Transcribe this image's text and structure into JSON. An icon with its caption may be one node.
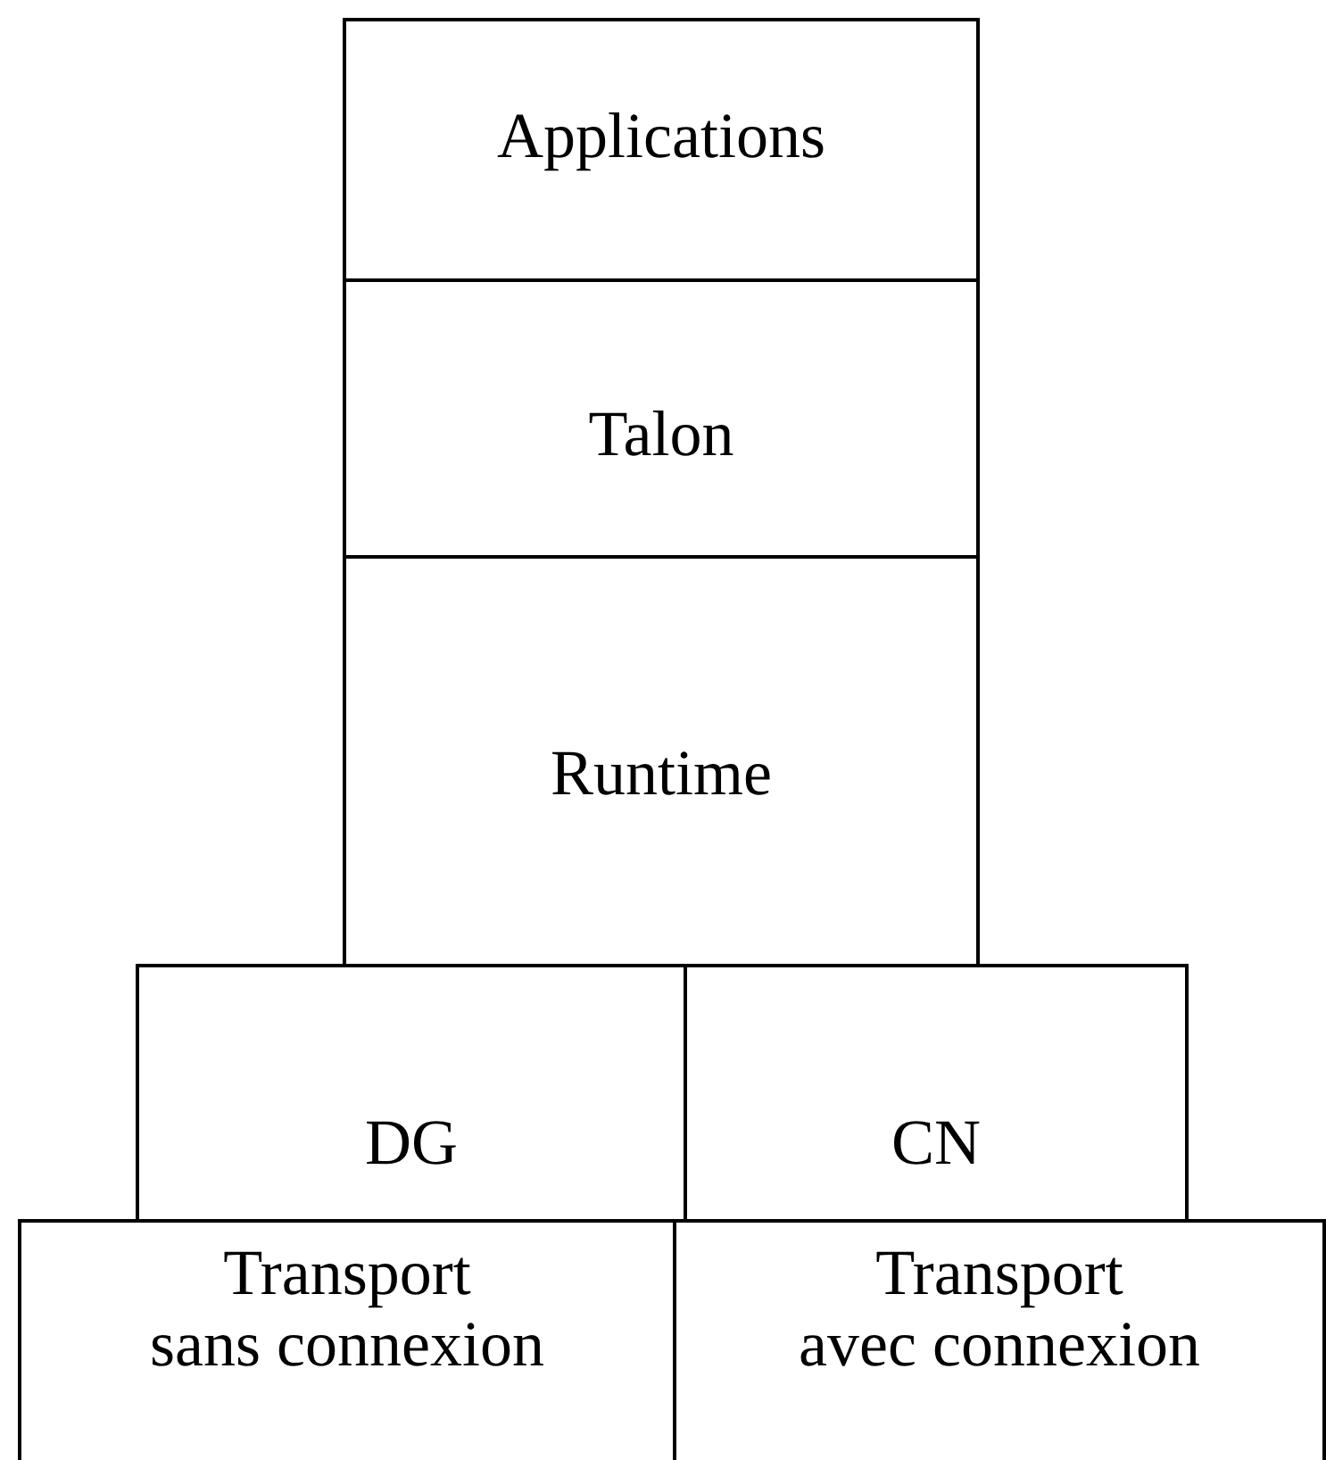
{
  "diagram": {
    "nodes": [
      {
        "text": [
          "Applications"
        ]
      },
      {
        "text": [
          "Talon"
        ]
      },
      {
        "text": [
          "Runtime"
        ]
      },
      {
        "text": [
          "DG"
        ]
      },
      {
        "text": [
          "CN"
        ]
      },
      {
        "text": [
          "Transport sans connexion"
        ]
      },
      {
        "text": [
          "Transport avec connexion"
        ]
      }
    ]
  }
}
